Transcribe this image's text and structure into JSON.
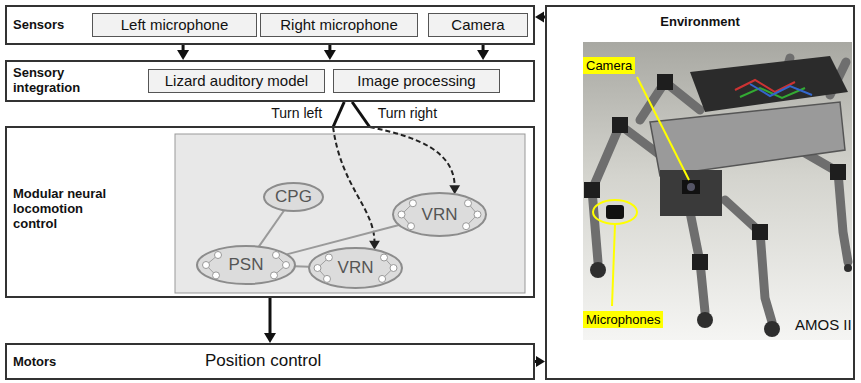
{
  "diagram": {
    "nodes": [
      {
        "text": [
          "Sensors"
        ]
      },
      {
        "text": [
          "Left microphone"
        ],
        "in": 0
      },
      {
        "text": [
          "Right microphone"
        ],
        "in": 0
      },
      {
        "text": [
          "Camera"
        ],
        "in": 0
      },
      {
        "text": [
          "Sensory integration"
        ]
      },
      {
        "text": [
          "Lizard auditory model"
        ],
        "in": 4
      },
      {
        "text": [
          "Image processing"
        ],
        "in": 4
      },
      {
        "text": [
          "Modular neural locomotion control"
        ]
      },
      {
        "text": [
          "CPG"
        ],
        "in": 7
      },
      {
        "text": [
          "VRN"
        ],
        "in": 7
      },
      {
        "text": [
          "PSN"
        ],
        "in": 7
      },
      {
        "text": [
          "VRN"
        ],
        "in": 7
      },
      {
        "text": [
          "Motors",
          "Position control"
        ]
      },
      {
        "text": [
          "Environment"
        ]
      }
    ],
    "edges": [
      {
        "from": 0,
        "to": 4,
        "arrow": "to"
      },
      {
        "from": 0,
        "to": 4,
        "arrow": "to"
      },
      {
        "from": 0,
        "to": 4,
        "arrow": "to"
      },
      {
        "from": 4,
        "to": 11,
        "label": "Turn left",
        "arrow": "to"
      },
      {
        "from": 4,
        "to": 9,
        "label": "Turn right",
        "arrow": "to"
      },
      {
        "from": 8,
        "to": 10,
        "arrow": "none"
      },
      {
        "from": 10,
        "to": 11,
        "arrow": "none"
      },
      {
        "from": 10,
        "to": 9,
        "arrow": "none"
      },
      {
        "from": 7,
        "to": 12,
        "arrow": "to"
      },
      {
        "from": 12,
        "to": 13,
        "arrow": "to"
      },
      {
        "from": 13,
        "to": 0,
        "arrow": "to"
      }
    ],
    "labels": [
      "Camera",
      "Microphones",
      "AMOS II"
    ]
  }
}
